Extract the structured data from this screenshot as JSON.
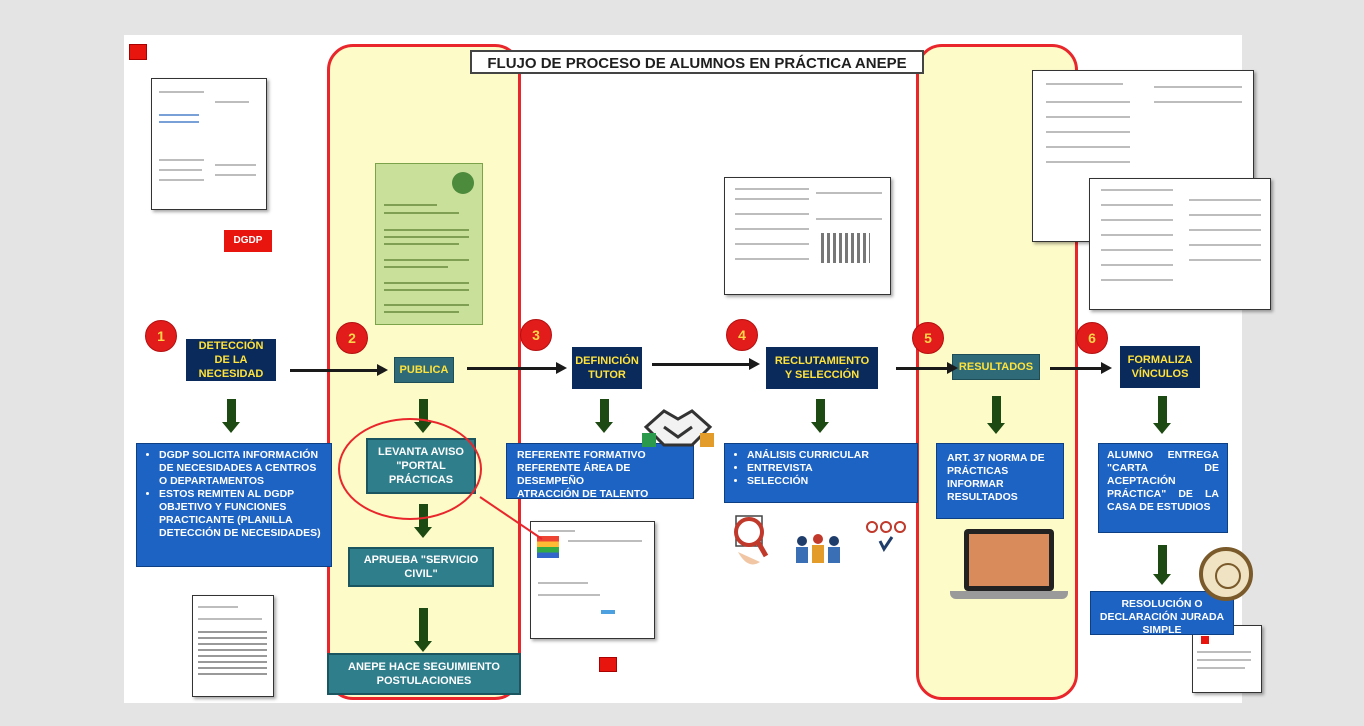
{
  "title": "FLUJO DE PROCESO DE ALUMNOS EN PRÁCTICA ANEPE",
  "dgdp_label": "DGDP",
  "steps": [
    {
      "num": "1",
      "label": "DETECCIÓN DE LA NECESIDAD"
    },
    {
      "num": "2",
      "label": "PUBLICA"
    },
    {
      "num": "3",
      "label": "DEFINICIÓN TUTOR"
    },
    {
      "num": "4",
      "label": "RECLUTAMIENTO Y SELECCIÓN"
    },
    {
      "num": "5",
      "label": "RESULTADOS"
    },
    {
      "num": "6",
      "label": "FORMALIZA VÍNCULOS"
    }
  ],
  "details": {
    "step1": [
      "DGDP SOLICITA INFORMACIÓN DE NECESIDADES A CENTROS O DEPARTAMENTOS",
      "ESTOS REMITEN AL DGDP OBJETIVO Y FUNCIONES PRACTICANTE (PLANILLA DETECCIÓN DE NECESIDADES)"
    ],
    "step2": [
      "LEVANTA AVISO \"PORTAL PRÁCTICAS",
      "APRUEBA \"SERVICIO CIVIL\"",
      "ANEPE HACE SEGUIMIENTO POSTULACIONES"
    ],
    "step3": [
      "REFERENTE FORMATIVO",
      "REFERENTE ÁREA DE DESEMPEÑO",
      "ATRACCIÓN DE TALENTO"
    ],
    "step4": [
      "ANÁLISIS CURRICULAR",
      "ENTREVISTA",
      "SELECCIÓN"
    ],
    "step5": "ART. 37 NORMA DE PRÁCTICAS INFORMAR RESULTADOS",
    "step6": [
      "ALUMNO ENTREGA \"CARTA DE ACEPTACIÓN PRÁCTICA\" DE LA CASA DE ESTUDIOS",
      "RESOLUCIÓN O DECLARACIÓN JURADA SIMPLE"
    ]
  },
  "colors": {
    "highlight": "#fdfbc8",
    "accent_red": "#e8262b",
    "step_navy": "#0a2a5c",
    "step_text": "#ffe23a",
    "detail_blue": "#1d63c4",
    "detail_teal": "#2f7e8c"
  },
  "icons": [
    "handshake-icon",
    "magnifier-cv-icon",
    "team-meeting-icon",
    "candidates-select-icon",
    "laptop-icon",
    "seal-icon"
  ]
}
